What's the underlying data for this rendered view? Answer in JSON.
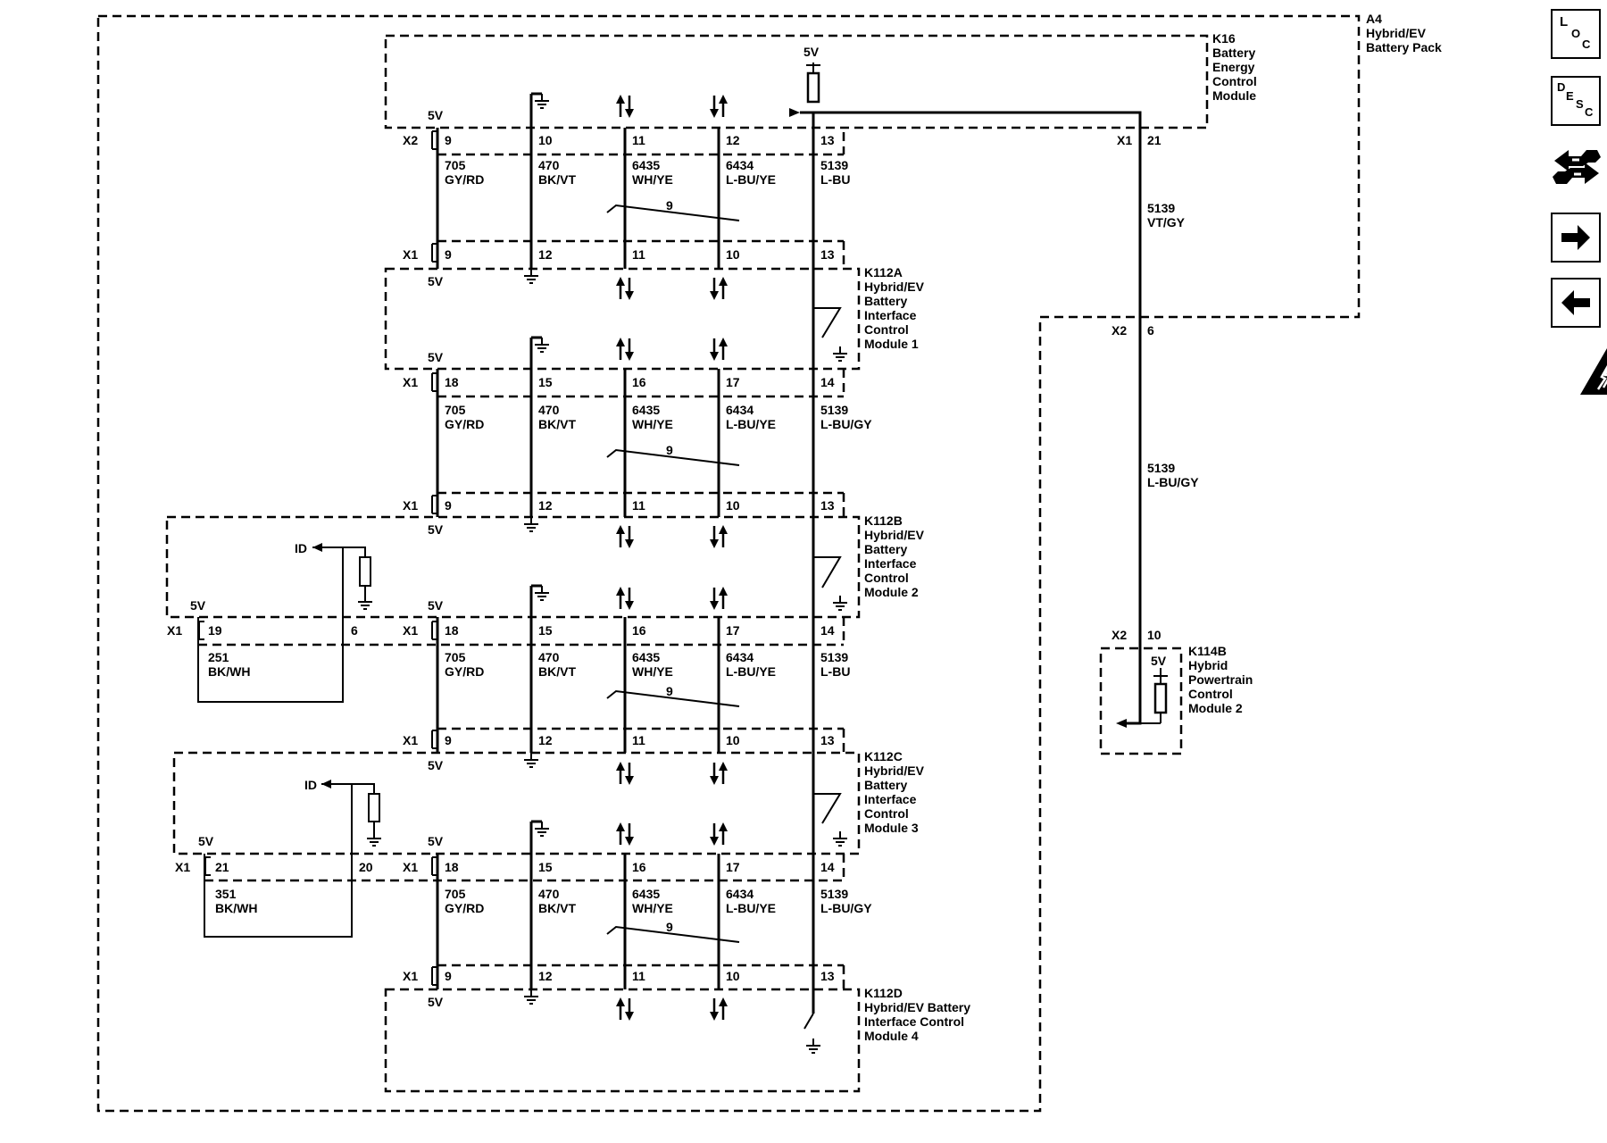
{
  "components": {
    "A4": "A4",
    "A4_l1": "Hybrid/EV",
    "A4_l2": "Battery Pack",
    "K16": "K16",
    "K16_l1": "Battery",
    "K16_l2": "Energy",
    "K16_l3": "Control",
    "K16_l4": "Module",
    "K112A": "K112A",
    "K112A_l1": "Hybrid/EV",
    "K112A_l2": "Battery",
    "K112A_l3": "Interface",
    "K112A_l4": "Control",
    "K112A_l5": "Module 1",
    "K112B": "K112B",
    "K112B_l1": "Hybrid/EV",
    "K112B_l2": "Battery",
    "K112B_l3": "Interface",
    "K112B_l4": "Control",
    "K112B_l5": "Module 2",
    "K112C": "K112C",
    "K112C_l1": "Hybrid/EV",
    "K112C_l2": "Battery",
    "K112C_l3": "Interface",
    "K112C_l4": "Control",
    "K112C_l5": "Module 3",
    "K112D": "K112D",
    "K112D_l1": "Hybrid/EV Battery",
    "K112D_l2": "Interface Control",
    "K112D_l3": "Module 4",
    "K114B": "K114B",
    "K114B_l1": "Hybrid",
    "K114B_l2": "Powertrain",
    "K114B_l3": "Control",
    "K114B_l4": "Module 2"
  },
  "labels": {
    "v5": "5V",
    "id": "ID",
    "twist": "9",
    "x1": "X1",
    "x2": "X2",
    "p6": "6",
    "p9": "9",
    "p10": "10",
    "p11": "11",
    "p12": "12",
    "p13": "13",
    "p14": "14",
    "p15": "15",
    "p16": "16",
    "p17": "17",
    "p18": "18",
    "p19": "19",
    "p20": "20",
    "p21": "21"
  },
  "wires": {
    "c705": "705",
    "c470": "470",
    "c6435": "6435",
    "c6434": "6434",
    "c5139": "5139",
    "c251": "251",
    "c351": "351",
    "gyrd": "GY/RD",
    "bkvt": "BK/VT",
    "whye": "WH/YE",
    "lbuye": "L-BU/YE",
    "lbu": "L-BU",
    "lbugy": "L-BU/GY",
    "vtgy": "VT/GY",
    "bkwh": "BK/WH"
  },
  "nav": {
    "loc": {
      "l": "L",
      "o": "O",
      "c": "C"
    },
    "desc": {
      "d": "D",
      "e": "E",
      "s": "S",
      "c": "C"
    }
  }
}
